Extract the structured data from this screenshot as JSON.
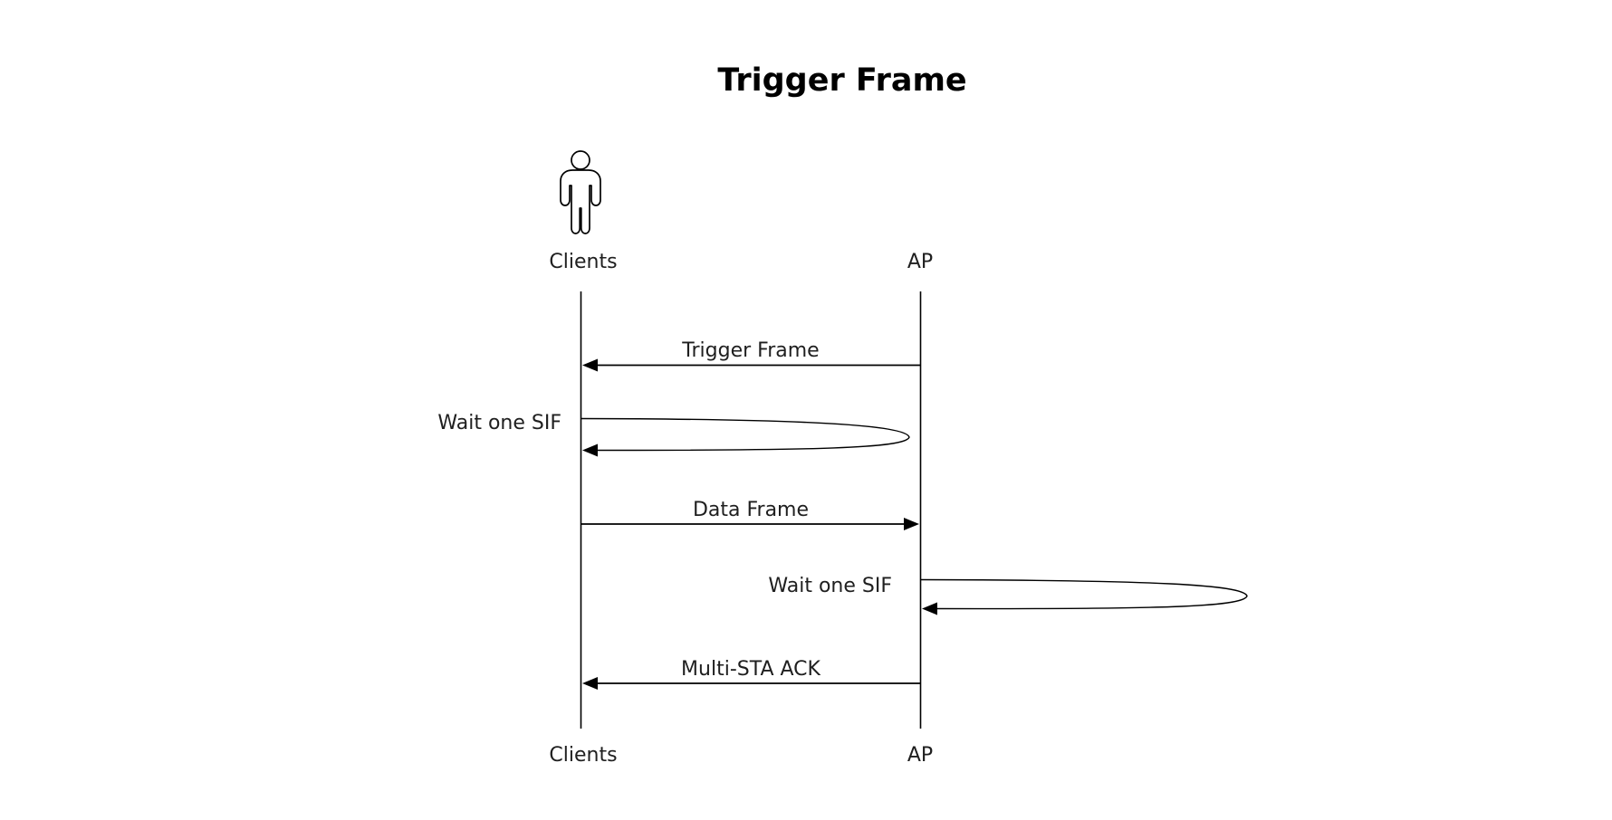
{
  "title": "Trigger Frame",
  "actors": [
    {
      "id": "clients",
      "label": "Clients",
      "icon": "person-icon"
    },
    {
      "id": "ap",
      "label": "AP"
    }
  ],
  "messages": [
    {
      "type": "arrow",
      "from": "ap",
      "to": "clients",
      "label": "Trigger Frame"
    },
    {
      "type": "self-loop",
      "actor": "clients",
      "label": "Wait one SIF"
    },
    {
      "type": "arrow",
      "from": "clients",
      "to": "ap",
      "label": "Data Frame"
    },
    {
      "type": "self-loop",
      "actor": "ap",
      "label": "Wait one SIF"
    },
    {
      "type": "arrow",
      "from": "ap",
      "to": "clients",
      "label": "Multi-STA ACK"
    }
  ],
  "colors": {
    "background": "#ffffff",
    "line": "#000000",
    "text": "#1f1f1f"
  }
}
